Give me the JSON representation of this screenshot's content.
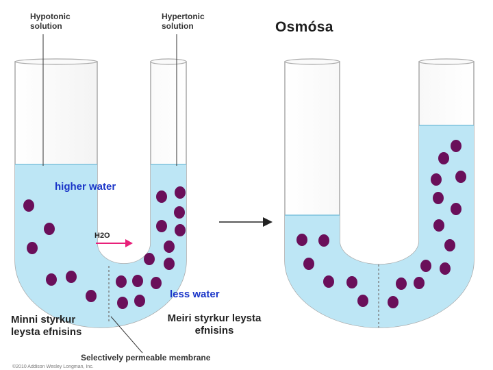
{
  "labels": {
    "hypotonic": "Hypotonic solution",
    "hypertonic": "Hypertonic solution",
    "title": "Osmósa",
    "higher_water": "higher water",
    "less_water": "less water",
    "h2o": "H2O",
    "left_caption": "Minni styrkur leysta efnisins",
    "right_caption": "Meiri styrkur leysta efnisins",
    "membrane": "Selectively permeable membrane",
    "copyright": "©2010 Addison Wesley Longman, Inc."
  },
  "colors": {
    "solution": "#bde6f5",
    "solution_edge": "#7cc2dd",
    "particle": "#6a0f5a",
    "arrow_pink": "#e8207a",
    "tube_glass": "#a9a9a9"
  }
}
